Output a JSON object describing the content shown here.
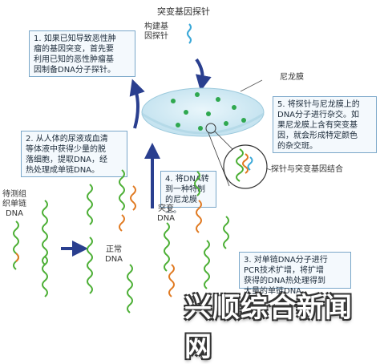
{
  "title": "突变基因探针",
  "probe_label": "构建基\n因探针",
  "nylon_label": "尼龙膜",
  "hybrid_label": "探针与突变基因结合",
  "steps": [
    {
      "id": "step1",
      "text": "1. 如果已知导致恶性肿\n瘤的基因突变，首先要\n利用已知的恶性肿瘤基\n因制备DNA分子探针。"
    },
    {
      "id": "step2",
      "text": "2. 从人体的尿液或血清\n等体液中获得少量的脱\n落细胞，提取DNA，经\n热处理成单链DNA。"
    },
    {
      "id": "step3",
      "text": "3. 对单链DNA分子进行\nPCR技术扩增，将扩增\n获得的DNA热处理得到\n大量的单链DNA。"
    },
    {
      "id": "step4",
      "text": "4. 将DNA转\n到一种特制\n的尼龙膜上。"
    },
    {
      "id": "step5",
      "text": "5. 将探针与尼龙膜上的\nDNA分子进行杂交。如\n果尼龙膜上含有突变基\n因，就会形成特定颜色\n的杂交斑。"
    }
  ],
  "dna_labels": {
    "sample": "待测组\n织单链\nDNA",
    "normal": "正常\nDNA",
    "mutant": "突变\nDNA"
  },
  "watermark": "兴顺综合新闻网",
  "colors": {
    "strand": "#4caf35",
    "mutation": "#e07a22",
    "arrow": "#2a3f8f",
    "membrane": "#cfe8f3",
    "spot": "#2fa84f",
    "probe": "#3aa8d8"
  }
}
